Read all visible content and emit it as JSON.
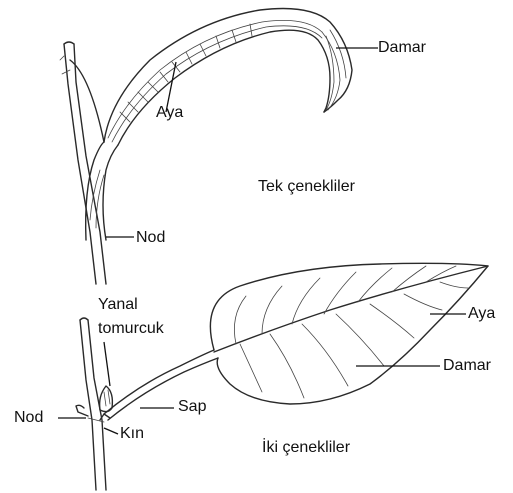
{
  "monocot": {
    "group_label": "Tek çenekliler",
    "leaf_blade_label": "Aya",
    "vein_label": "Damar",
    "node_label": "Nod"
  },
  "dicot": {
    "group_label": "İki çenekliler",
    "lateral_bud_label_line1": "Yanal",
    "lateral_bud_label_line2": "tomurcuk",
    "leaf_blade_label": "Aya",
    "vein_label": "Damar",
    "petiole_label": "Sap",
    "node_label": "Nod",
    "sheath_label": "Kın"
  },
  "colors": {
    "ink": "#2a2a2a",
    "text": "#111111",
    "background": "#ffffff"
  }
}
